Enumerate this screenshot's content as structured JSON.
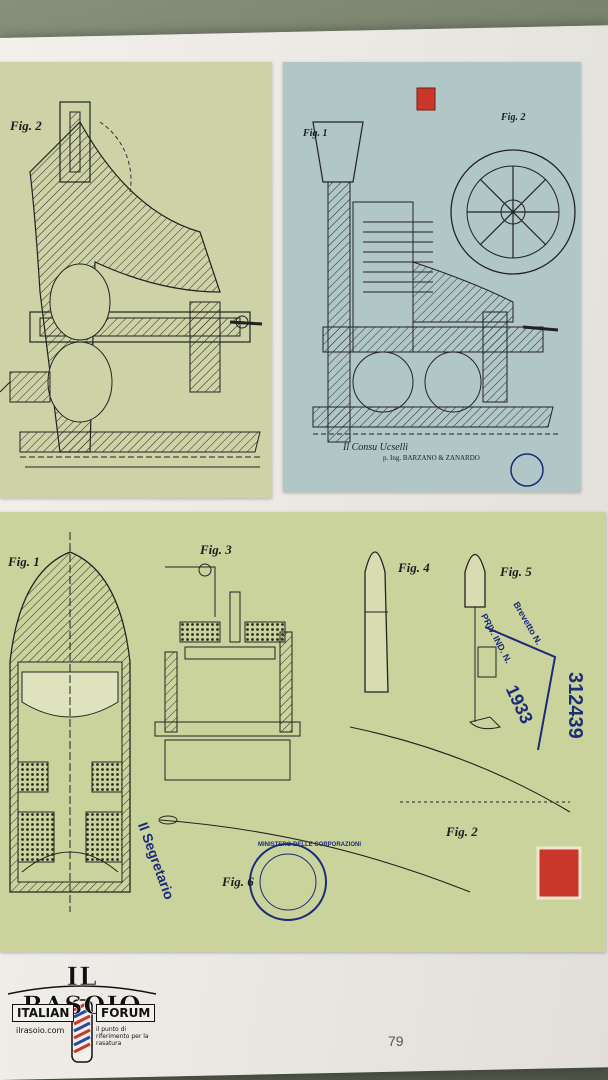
{
  "panel_a": {
    "fig_label": "Fig. 2"
  },
  "panel_b": {
    "fig_label_1": "Fig. 1",
    "fig_label_2": "Fig. 2",
    "signature": "Il Consu Ucselli",
    "agent": "p. Ing. BARZANO & ZANARDO"
  },
  "panel_c": {
    "fig1": "Fig. 1",
    "fig2": "Fig. 2",
    "fig3": "Fig. 3",
    "fig4": "Fig. 4",
    "fig5": "Fig. 5",
    "fig6": "Fig. 6",
    "stamp_line1": "Brevetto N.",
    "stamp_line2": "PRIV. IND. N.",
    "stamp_year": "1933",
    "stamp_number": "312439",
    "signature_label": "Il Segretario",
    "seal_text": "MINISTERO DELLE CORPORAZIONI"
  },
  "page": {
    "number": "79"
  },
  "logo": {
    "title": "IL RASOIO",
    "left": "ITALIAN",
    "right": "FORUM",
    "site": "ilrasoio.com",
    "tagline": "il punto di riferimento per la rasatura"
  },
  "colors": {
    "ink": "#1d1d1d",
    "stamp_blue": "#1a2a7a",
    "stamp_red": "#c8372a"
  }
}
